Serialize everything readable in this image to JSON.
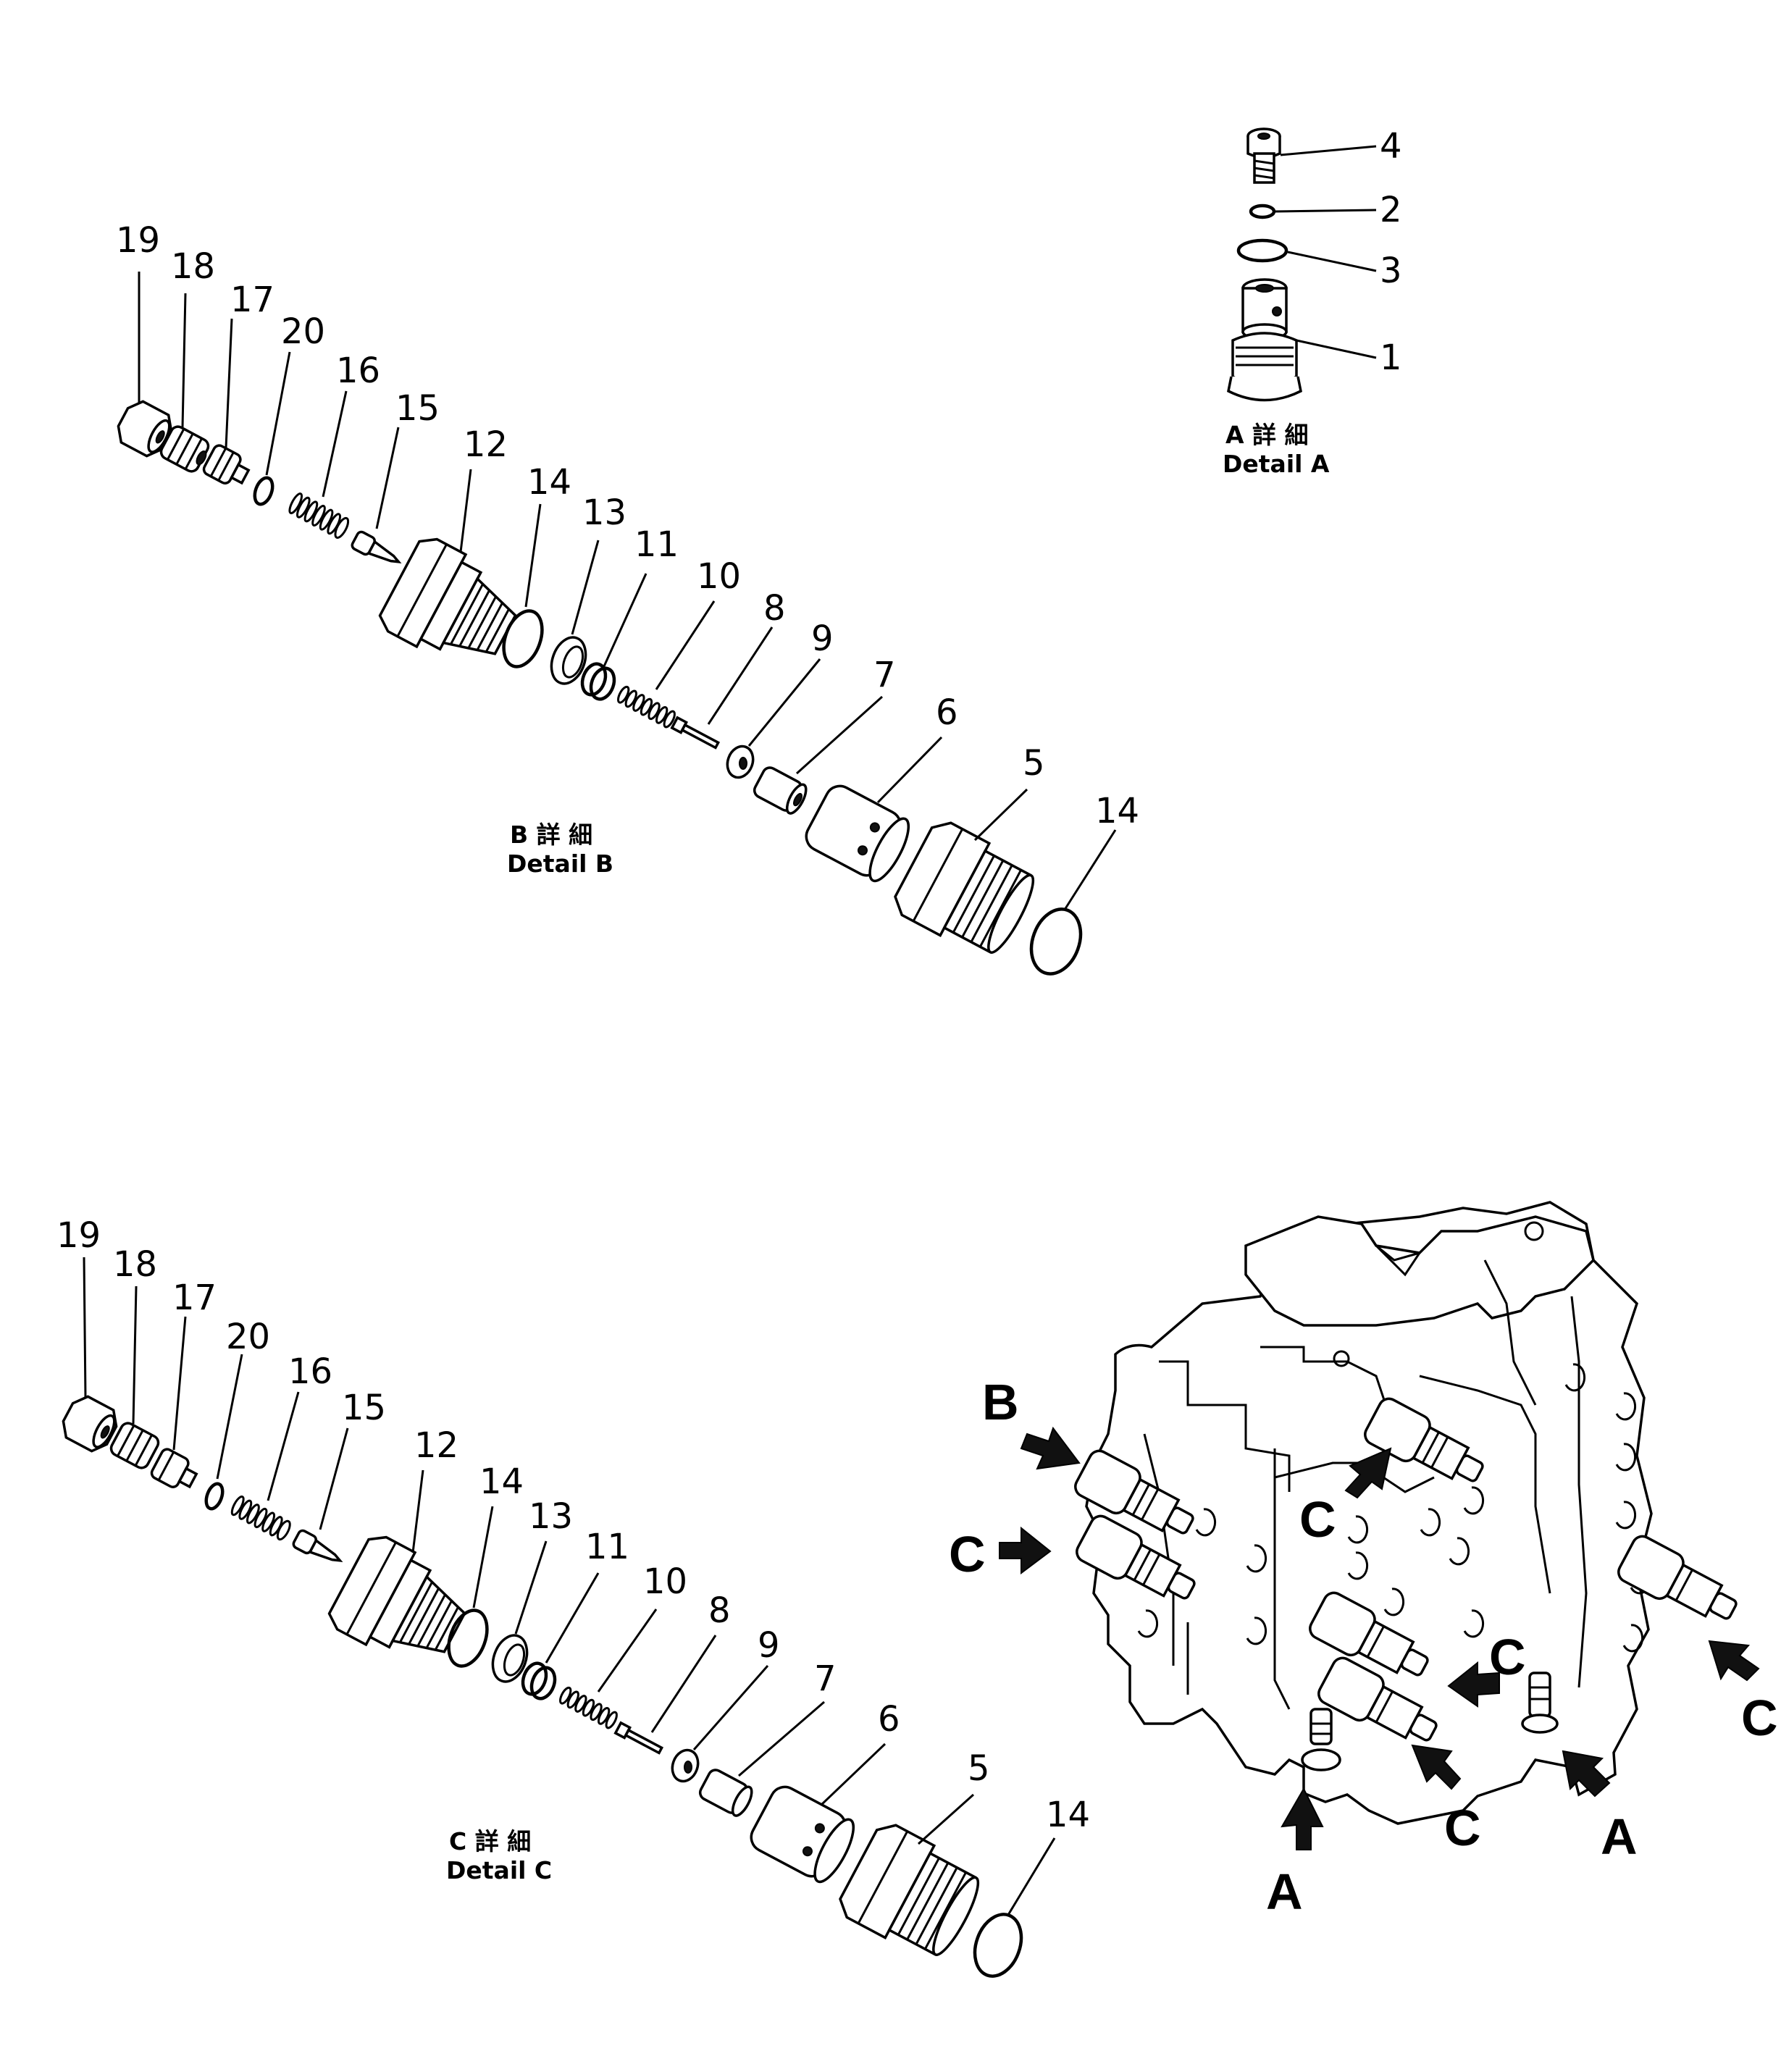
{
  "detail_a": {
    "caption_jp": "A 詳 細",
    "caption_en": "Detail A",
    "callouts": [
      "4",
      "2",
      "3",
      "1"
    ]
  },
  "detail_b": {
    "caption_jp": "B 詳 細",
    "caption_en": "Detail B",
    "callouts": [
      "19",
      "18",
      "17",
      "20",
      "16",
      "15",
      "12",
      "14",
      "13",
      "11",
      "10",
      "8",
      "9",
      "7",
      "6",
      "5",
      "14"
    ]
  },
  "detail_c": {
    "caption_jp": "C 詳 細",
    "caption_en": "Detail C",
    "callouts": [
      "19",
      "18",
      "17",
      "20",
      "16",
      "15",
      "12",
      "14",
      "13",
      "11",
      "10",
      "8",
      "9",
      "7",
      "6",
      "5",
      "14"
    ]
  },
  "valve_block": {
    "markers": [
      "B",
      "C",
      "C",
      "C",
      "C",
      "C",
      "A",
      "A"
    ]
  }
}
